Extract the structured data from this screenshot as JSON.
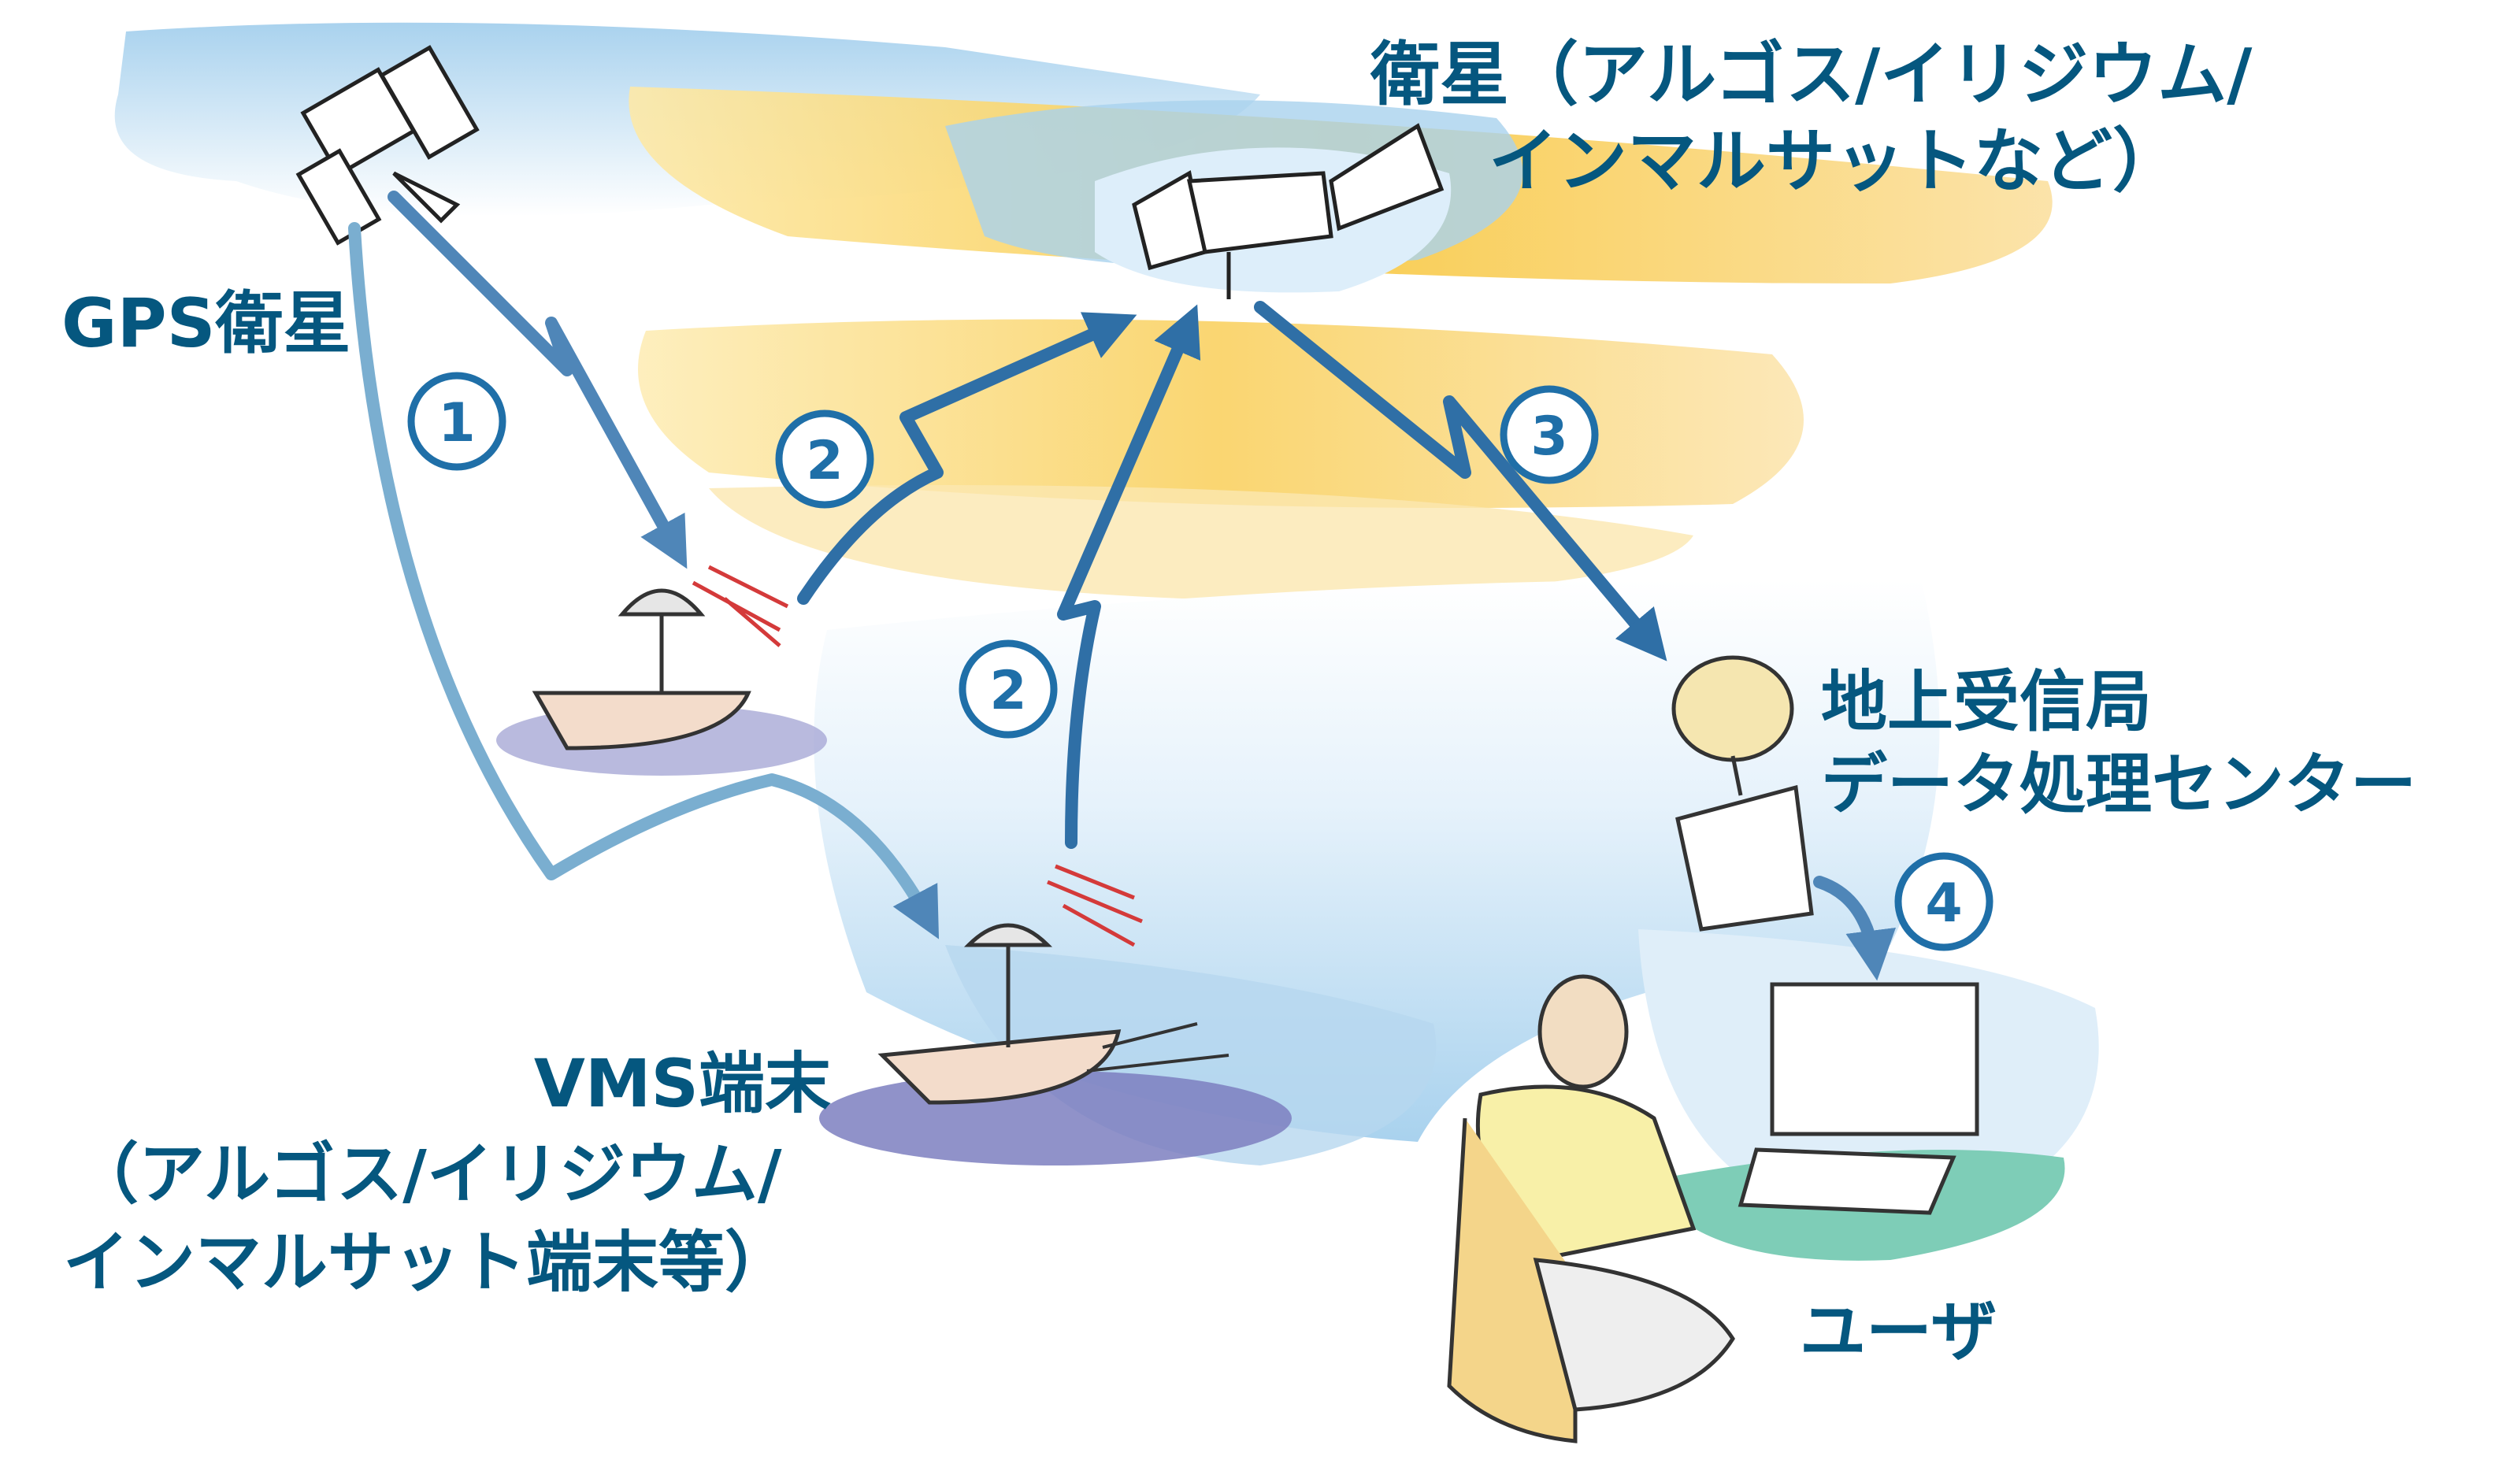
{
  "labels": {
    "gps_satellite": "GPS衛星",
    "comm_satellite_line1": "衛星（アルゴス/イリジウム/",
    "comm_satellite_line2": "インマルサットなど）",
    "ground_station_line1": "地上受信局",
    "ground_station_line2": "データ処理センター",
    "vms_line1": "VMS端末",
    "vms_line2": "（アルゴス/イリジウム/",
    "vms_line3": "インマルサット端末等）",
    "user": "ユーザ"
  },
  "steps": [
    "1",
    "2",
    "2",
    "3",
    "4"
  ],
  "colors": {
    "text": "#05577f",
    "arrow": "#2f6fa6",
    "arrow_light": "#7aaed0",
    "sky": "#a9d2ee",
    "sun": "#f8c842"
  }
}
